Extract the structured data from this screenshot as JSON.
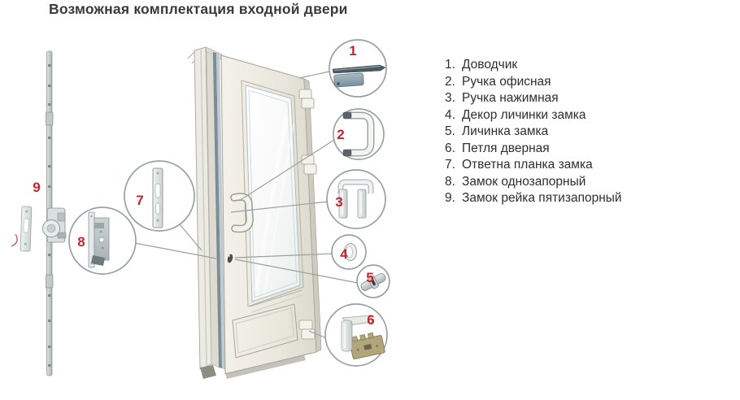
{
  "title": "Возможная комплектация входной двери",
  "legend": {
    "items": [
      {
        "num": "1.",
        "label": "Доводчик"
      },
      {
        "num": "2.",
        "label": "Ручка офисная"
      },
      {
        "num": "3.",
        "label": "Ручка нажимная"
      },
      {
        "num": "4.",
        "label": "Декор личинки замка"
      },
      {
        "num": "5.",
        "label": "Личинка замка"
      },
      {
        "num": "6.",
        "label": "Петля дверная"
      },
      {
        "num": "7.",
        "label": "Ответна планка замка"
      },
      {
        "num": "8.",
        "label": "Замок однозапорный"
      },
      {
        "num": "9.",
        "label": "Замок рейка пятизапорный"
      }
    ]
  },
  "callouts": [
    {
      "num": "1",
      "part": "door-closer"
    },
    {
      "num": "2",
      "part": "office-handle"
    },
    {
      "num": "3",
      "part": "push-handle"
    },
    {
      "num": "4",
      "part": "cylinder-decor"
    },
    {
      "num": "5",
      "part": "lock-cylinder"
    },
    {
      "num": "6",
      "part": "door-hinge"
    },
    {
      "num": "7",
      "part": "strike-plate"
    },
    {
      "num": "8",
      "part": "single-bolt-lock"
    },
    {
      "num": "9",
      "part": "five-bolt-rail-lock"
    }
  ],
  "colors": {
    "callout_number": "#c2262c",
    "callout_circle_stroke": "#98a1a1",
    "title_text": "#3a3a3a",
    "legend_text": "#2e2e2e"
  }
}
